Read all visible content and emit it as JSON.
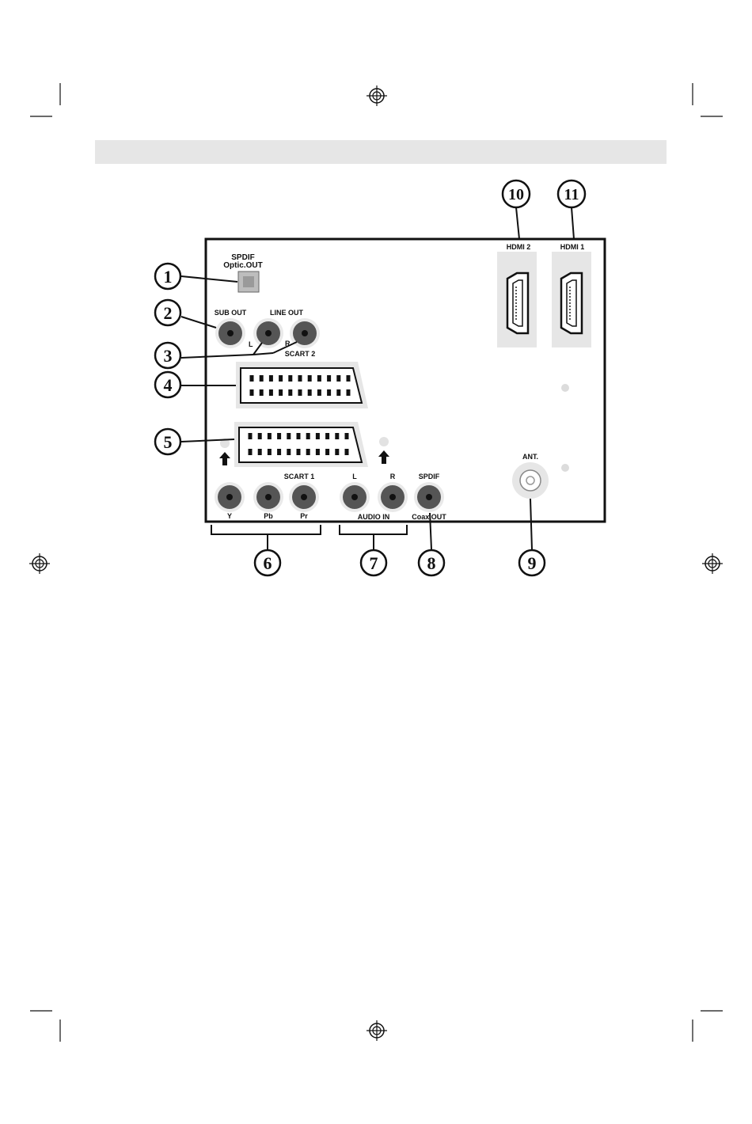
{
  "header": {
    "bar_color": "#e6e6e6"
  },
  "ports": {
    "spdif_optical": {
      "line1": "SPDIF",
      "line2": "Optic.OUT"
    },
    "sub_out": "SUB OUT",
    "line_out": {
      "label": "LINE OUT",
      "left": "L",
      "right": "R"
    },
    "scart2": "SCART 2",
    "scart1": "SCART 1",
    "component": {
      "y": "Y",
      "pb": "Pb",
      "pr": "Pr"
    },
    "audio_in": {
      "left": "L",
      "right": "R",
      "label": "AUDIO IN"
    },
    "spdif_coax": {
      "line1": "SPDIF",
      "line2": "Coax.OUT"
    },
    "antenna": "ANT.",
    "hdmi2": "HDMI 2",
    "hdmi1": "HDMI 1"
  },
  "callouts": [
    "1",
    "2",
    "3",
    "4",
    "5",
    "6",
    "7",
    "8",
    "9",
    "10",
    "11"
  ],
  "icons": {
    "registration_mark": "crosshair-circle-icon",
    "arrow": "arrow-up-icon"
  }
}
